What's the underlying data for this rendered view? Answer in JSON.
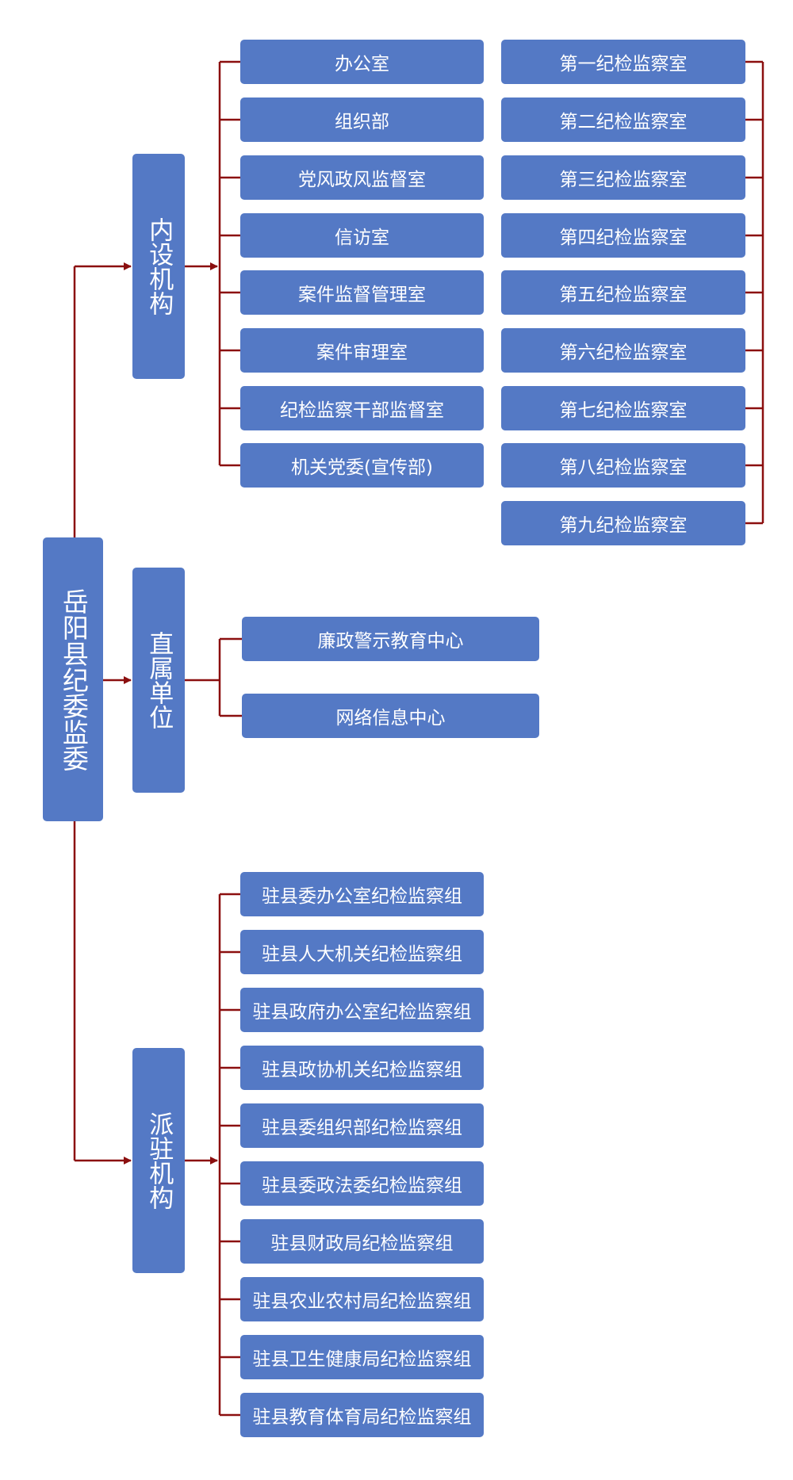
{
  "colors": {
    "box": "#5479c5",
    "text": "#ffffff",
    "connector": "#8b0f0f"
  },
  "root": {
    "label": "岳阳县纪委监委"
  },
  "categories": [
    {
      "label": "内设机构"
    },
    {
      "label": "直属单位"
    },
    {
      "label": "派驻机构"
    }
  ],
  "internal": {
    "left_column": [
      "办公室",
      "组织部",
      "党风政风监督室",
      "信访室",
      "案件监督管理室",
      "案件审理室",
      "纪检监察干部监督室",
      "机关党委(宣传部)"
    ],
    "right_column": [
      "第一纪检监察室",
      "第二纪检监察室",
      "第三纪检监察室",
      "第四纪检监察室",
      "第五纪检监察室",
      "第六纪检监察室",
      "第七纪检监察室",
      "第八纪检监察室",
      "第九纪检监察室"
    ]
  },
  "direct": [
    "廉政警示教育中心",
    "网络信息中心"
  ],
  "dispatched": [
    "驻县委办公室纪检监察组",
    "驻县人大机关纪检监察组",
    "驻县政府办公室纪检监察组",
    "驻县政协机关纪检监察组",
    "驻县委组织部纪检监察组",
    "驻县委政法委纪检监察组",
    "驻县财政局纪检监察组",
    "驻县农业农村局纪检监察组",
    "驻县卫生健康局纪检监察组",
    "驻县教育体育局纪检监察组"
  ]
}
